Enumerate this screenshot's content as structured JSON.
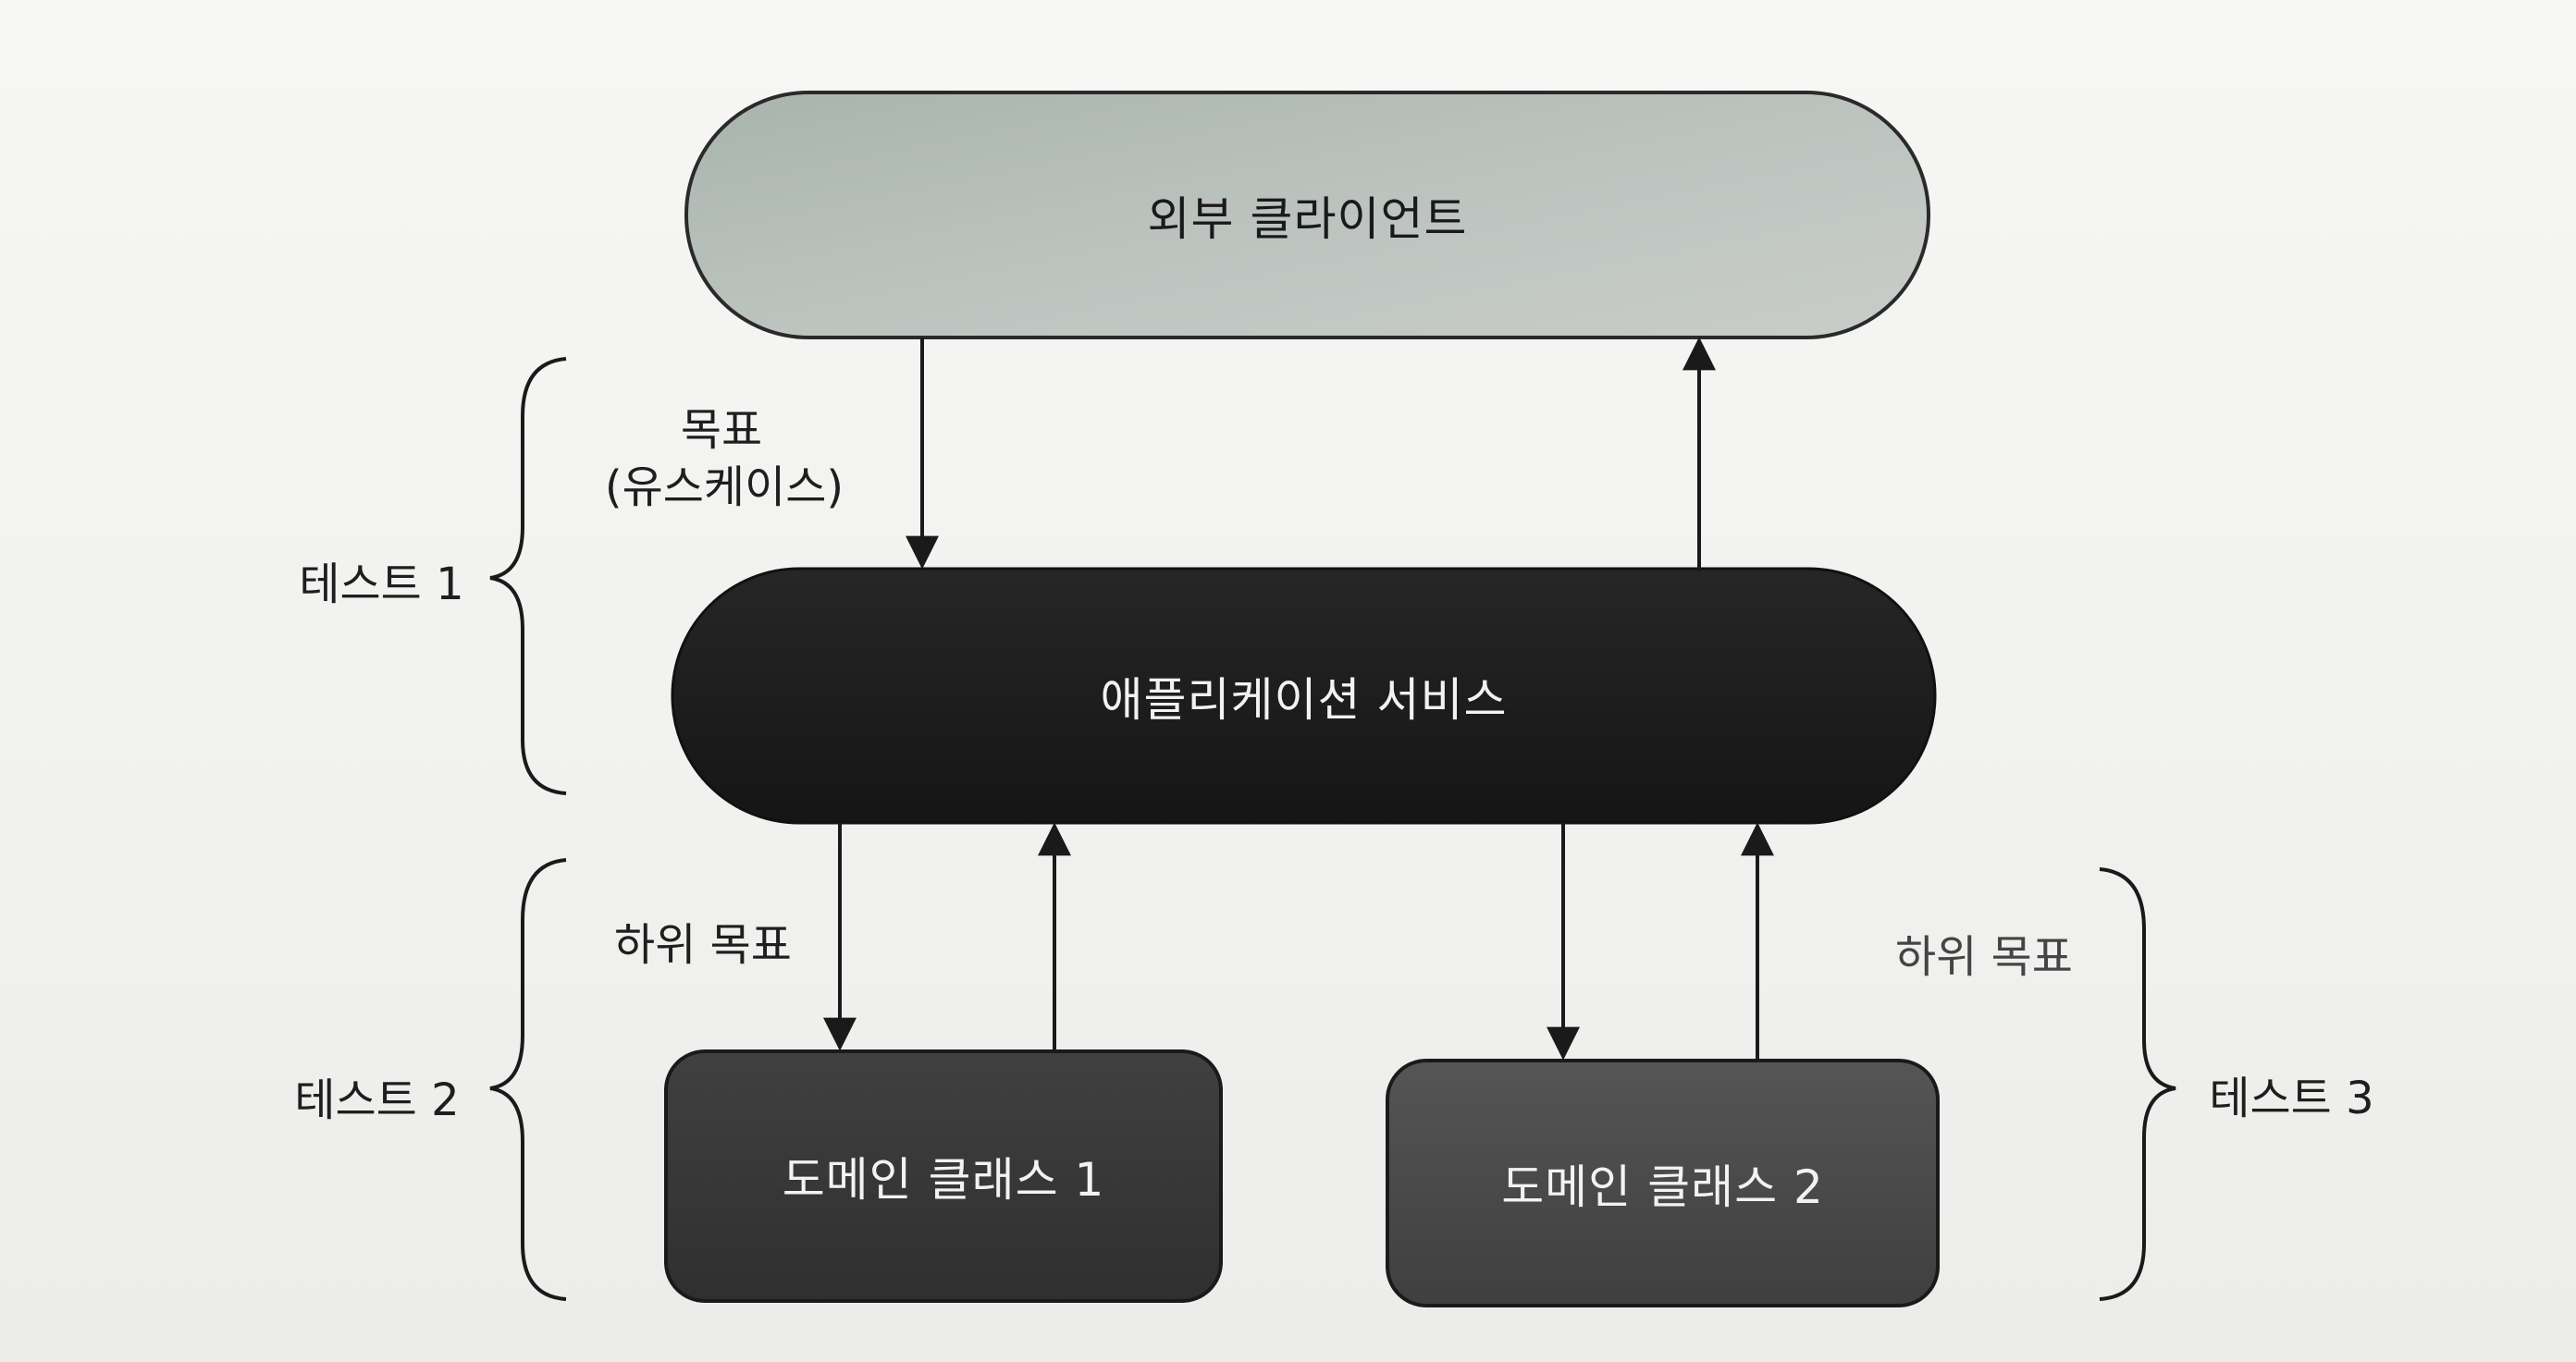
{
  "nodes": {
    "external_client": "외부 클라이언트",
    "application_service": "애플리케이션 서비스",
    "domain_class_1": "도메인 클래스 1",
    "domain_class_2": "도메인 클래스 2"
  },
  "edge_labels": {
    "goal_line1": "목표",
    "goal_line2": "(유스케이스)",
    "subgoal_left": "하위 목표",
    "subgoal_right": "하위 목표"
  },
  "brackets": {
    "test1": "테스트 1",
    "test2": "테스트 2",
    "test3": "테스트 3"
  },
  "colors": {
    "external_client_fill": "#b9c0bc",
    "application_service_fill": "#1d1d1d",
    "domain_class_1_fill": "#3a3a3a",
    "domain_class_2_fill": "#4a4a4a",
    "line": "#1a1a1a"
  }
}
